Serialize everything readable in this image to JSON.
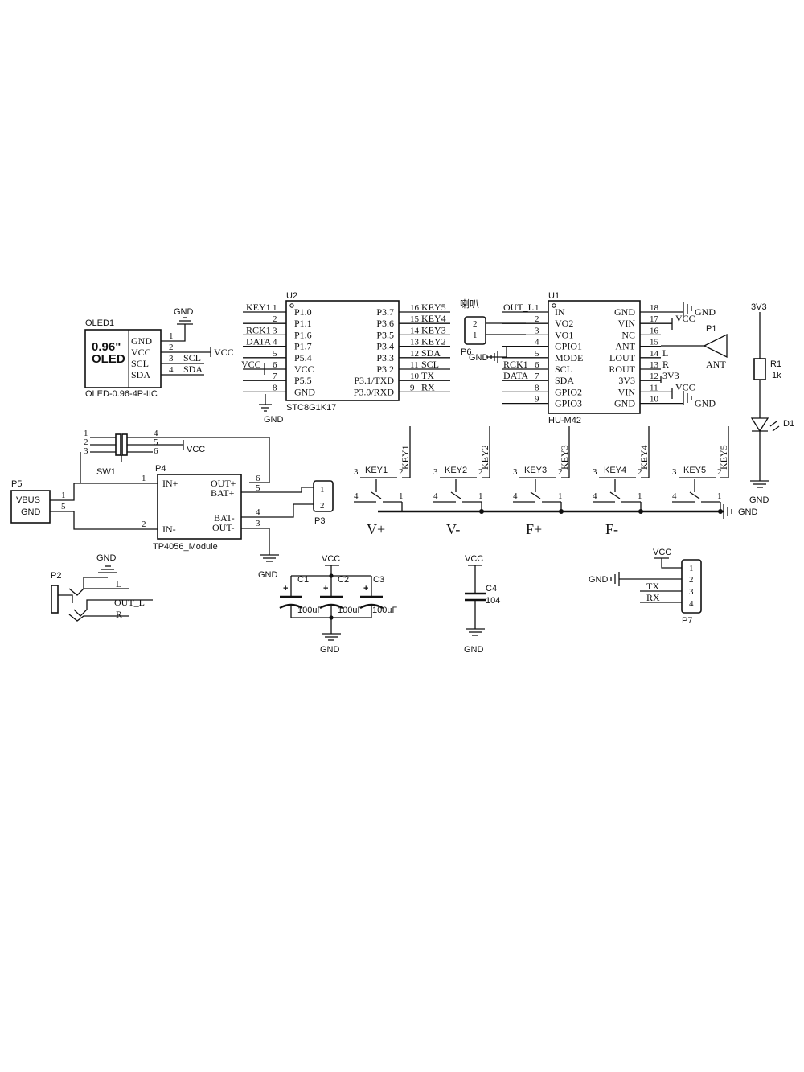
{
  "oled": {
    "ref": "OLED1",
    "size": "0.96\"",
    "type": "OLED",
    "part": "OLED-0.96-4P-IIC",
    "pins": [
      {
        "num": "1",
        "name": "GND"
      },
      {
        "num": "2",
        "name": "VCC"
      },
      {
        "num": "3",
        "name": "SCL"
      },
      {
        "num": "4",
        "name": "SDA"
      }
    ],
    "nets": {
      "gnd": "GND",
      "vcc": "VCC",
      "scl": "SCL",
      "sda": "SDA"
    }
  },
  "mcu": {
    "ref": "U2",
    "part": "STC8G1K17",
    "gnd_label": "GND",
    "left_pins": [
      {
        "num": "1",
        "name": "P1.0",
        "net": "KEY1"
      },
      {
        "num": "2",
        "name": "P1.1",
        "net": ""
      },
      {
        "num": "3",
        "name": "P1.6",
        "net": "RCK1"
      },
      {
        "num": "4",
        "name": "P1.7",
        "net": "DATA"
      },
      {
        "num": "5",
        "name": "P5.4",
        "net": ""
      },
      {
        "num": "6",
        "name": "VCC",
        "net": "VCC"
      },
      {
        "num": "7",
        "name": "P5.5",
        "net": ""
      },
      {
        "num": "8",
        "name": "GND",
        "net": ""
      }
    ],
    "right_pins": [
      {
        "num": "16",
        "name": "P3.7",
        "net": "KEY5"
      },
      {
        "num": "15",
        "name": "P3.6",
        "net": "KEY4"
      },
      {
        "num": "14",
        "name": "P3.5",
        "net": "KEY3"
      },
      {
        "num": "13",
        "name": "P3.4",
        "net": "KEY2"
      },
      {
        "num": "12",
        "name": "P3.3",
        "net": "SDA"
      },
      {
        "num": "11",
        "name": "P3.2",
        "net": "SCL"
      },
      {
        "num": "10",
        "name": "P3.1/TXD",
        "net": "TX"
      },
      {
        "num": "9",
        "name": "P3.0/RXD",
        "net": "RX"
      }
    ]
  },
  "speaker": {
    "ref": "P6",
    "label": "喇叭",
    "pins": [
      "2",
      "1"
    ],
    "gnd_label": "GND"
  },
  "bt": {
    "ref": "U1",
    "part": "HU-M42",
    "left_pins": [
      {
        "num": "1",
        "name": "IN",
        "net": "OUT_L"
      },
      {
        "num": "2",
        "name": "VO2",
        "net": ""
      },
      {
        "num": "3",
        "name": "VO1",
        "net": ""
      },
      {
        "num": "4",
        "name": "GPIO1",
        "net": ""
      },
      {
        "num": "5",
        "name": "MODE",
        "net": ""
      },
      {
        "num": "6",
        "name": "SCL",
        "net": "RCK1"
      },
      {
        "num": "7",
        "name": "SDA",
        "net": "DATA"
      },
      {
        "num": "8",
        "name": "GPIO2",
        "net": ""
      },
      {
        "num": "9",
        "name": "GPIO3",
        "net": ""
      }
    ],
    "right_pins": [
      {
        "num": "18",
        "name": "GND",
        "net": "GND"
      },
      {
        "num": "17",
        "name": "VIN",
        "net": "VCC"
      },
      {
        "num": "16",
        "name": "NC",
        "net": ""
      },
      {
        "num": "15",
        "name": "ANT",
        "net": ""
      },
      {
        "num": "14",
        "name": "LOUT",
        "net": "L"
      },
      {
        "num": "13",
        "name": "ROUT",
        "net": "R"
      },
      {
        "num": "12",
        "name": "3V3",
        "net": "3V3"
      },
      {
        "num": "11",
        "name": "VIN",
        "net": "VCC"
      },
      {
        "num": "10",
        "name": "GND",
        "net": "GND"
      }
    ]
  },
  "antenna": {
    "ref": "P1",
    "label": "ANT"
  },
  "led": {
    "net": "3V3",
    "resistor_ref": "R1",
    "resistor_value": "1k",
    "diode_ref": "D1",
    "gnd_label": "GND"
  },
  "switch": {
    "ref": "SW1",
    "pins": [
      "1",
      "2",
      "3",
      "4",
      "5",
      "6"
    ],
    "vcc_label": "VCC"
  },
  "usb": {
    "ref": "P5",
    "vbus": "VBUS",
    "gnd": "GND",
    "pin_a": "1",
    "pin_b": "5"
  },
  "charger": {
    "ref": "P4",
    "part": "TP4056_Module",
    "left_pins": [
      {
        "num": "1",
        "name": "IN+"
      },
      {
        "num": "2",
        "name": "IN-"
      }
    ],
    "right_pins": [
      {
        "num": "6",
        "name": "OUT+"
      },
      {
        "num": "5",
        "name": "BAT+"
      },
      {
        "num": "4",
        "name": "BAT-"
      },
      {
        "num": "3",
        "name": "OUT-"
      }
    ],
    "gnd_label": "GND"
  },
  "battery": {
    "ref": "P3",
    "pins": [
      "1",
      "2"
    ]
  },
  "keys": [
    {
      "ref": "KEY1",
      "net": "KEY1",
      "func": "V+",
      "pins": [
        "3",
        "4",
        "2",
        "1"
      ]
    },
    {
      "ref": "KEY2",
      "net": "KEY2",
      "func": "V-",
      "pins": [
        "3",
        "4",
        "2",
        "1"
      ]
    },
    {
      "ref": "KEY3",
      "net": "KEY3",
      "func": "F+",
      "pins": [
        "3",
        "4",
        "2",
        "1"
      ]
    },
    {
      "ref": "KEY4",
      "net": "KEY4",
      "func": "F-",
      "pins": [
        "3",
        "4",
        "2",
        "1"
      ]
    },
    {
      "ref": "KEY5",
      "net": "KEY5",
      "func": "",
      "pins": [
        "3",
        "4",
        "2",
        "1"
      ]
    }
  ],
  "keys_gnd": "GND",
  "jack": {
    "ref": "P2",
    "gnd_label": "GND",
    "l_label": "L",
    "out_label": "OUT_L",
    "r_label": "R"
  },
  "caps": {
    "vcc_label": "VCC",
    "gnd_label": "GND",
    "items": [
      {
        "ref": "C1",
        "value": "100uF"
      },
      {
        "ref": "C2",
        "value": "100uF"
      },
      {
        "ref": "C3",
        "value": "100uF"
      }
    ]
  },
  "c4": {
    "ref": "C4",
    "value": "104",
    "vcc_label": "VCC",
    "gnd_label": "GND"
  },
  "uart": {
    "ref": "P7",
    "vcc_label": "VCC",
    "gnd_label": "GND",
    "tx_label": "TX",
    "rx_label": "RX",
    "pins": [
      "1",
      "2",
      "3",
      "4"
    ]
  }
}
